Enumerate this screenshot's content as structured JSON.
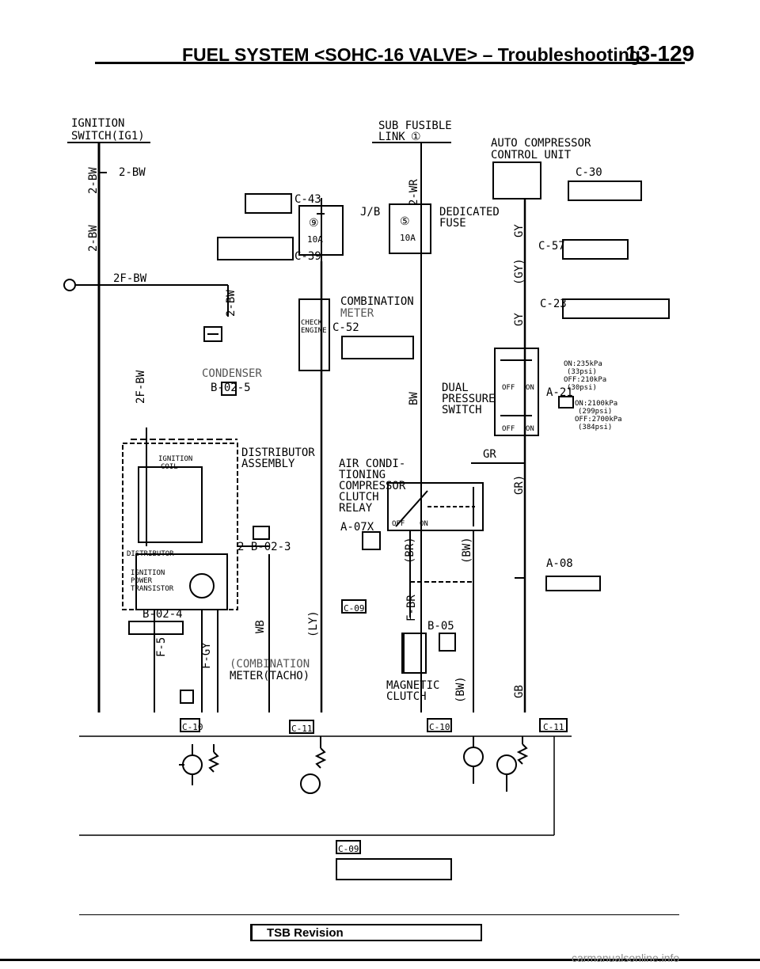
{
  "header": {
    "title": "FUEL SYSTEM <SOHC-16 VALVE> – Troubleshooting",
    "page": "13-129"
  },
  "diagram": {
    "ignition_switch": "IGNITION",
    "ignition_switch_2": "SWITCH(IG1)",
    "sub_fusible_link": "SUB FUSIBLE",
    "sub_fusible_link_2": "LINK",
    "sub_fusible_num": "①",
    "auto_comp": "AUTO COMPRESSOR",
    "auto_comp_2": "CONTROL UNIT",
    "wire_2bw": "2-BW",
    "wire_2fbw": "2F-BW",
    "wire_2wr": "2-WR",
    "c43": "C-43",
    "c39": "C-39",
    "c30": "C-30",
    "c57": "C-57",
    "c23": "C-23",
    "c52": "C-52",
    "jb": "J/B",
    "fuse9": "⑨",
    "fuse9_amp": "10A",
    "fuse5": "⑤",
    "fuse5_amp": "10A",
    "dedicated_fuse": "DEDICATED",
    "dedicated_fuse_2": "FUSE",
    "combination_meter": "COMBINATION",
    "combination_meter_2": "METER",
    "check_engine": "CHECK",
    "check_engine_2": "ENGINE",
    "condenser": "CONDENSER",
    "b025": "B-02-5",
    "distributor": "DISTRIBUTOR",
    "distributor_2": "ASSEMBLY",
    "ignition_coil": "IGNITION",
    "ignition_coil_2": "COIL",
    "distributor_small": "DISTRIBUTOR",
    "ign_power_tr": "IGNITION",
    "ign_power_tr_2": "POWER",
    "ign_power_tr_3": "TRANSISTOR",
    "b023": "2 B-02-3",
    "b024": "B-02-4",
    "air_cond": "AIR CONDI-",
    "air_cond_2": "TIONING",
    "air_cond_3": "COMPRESSOR",
    "air_cond_4": "CLUTCH",
    "air_cond_5": "RELAY",
    "a07x": "A-07X",
    "dual_pressure": "DUAL",
    "dual_pressure_2": "PRESSURE",
    "dual_pressure_3": "SWITCH",
    "a21": "A-21",
    "press_on1": "ON:235kPa",
    "press_on1b": "(33psi)",
    "press_off1": "OFF:210kPa",
    "press_off1b": "(30psi)",
    "press_on2": "ON:2100kPa",
    "press_on2b": "(299psi)",
    "press_off2": "OFF:2700kPa",
    "press_off2b": "(384psi)",
    "a08": "A-08",
    "gr": "GR",
    "b05": "B-05",
    "magnetic_clutch": "MAGNETIC",
    "magnetic_clutch_2": "CLUTCH",
    "comb_tacho": "(COMBINATION",
    "comb_tacho_2": "METER(TACHO)",
    "c09": "C-09",
    "c10": "C-10",
    "c11": "C-11",
    "wire_f5": "F-5",
    "wire_fgy": "F-GY",
    "wire_wb": "WB",
    "wire_ly": "(LY)",
    "wire_bw": "BW",
    "wire_br": "(BR)",
    "wire_bw2": "(BW)",
    "wire_fbr": "F-BR",
    "wire_gr": "GR)",
    "wire_gy": "GY",
    "wire_gy2": "(GY)",
    "wire_gy3": "GY",
    "wire_gb": "GB",
    "wire_bw3": "(BW)",
    "off": "OFF",
    "on": "ON"
  },
  "footer": {
    "tsb": "TSB Revision",
    "watermark": "carmanualsonline.info"
  }
}
